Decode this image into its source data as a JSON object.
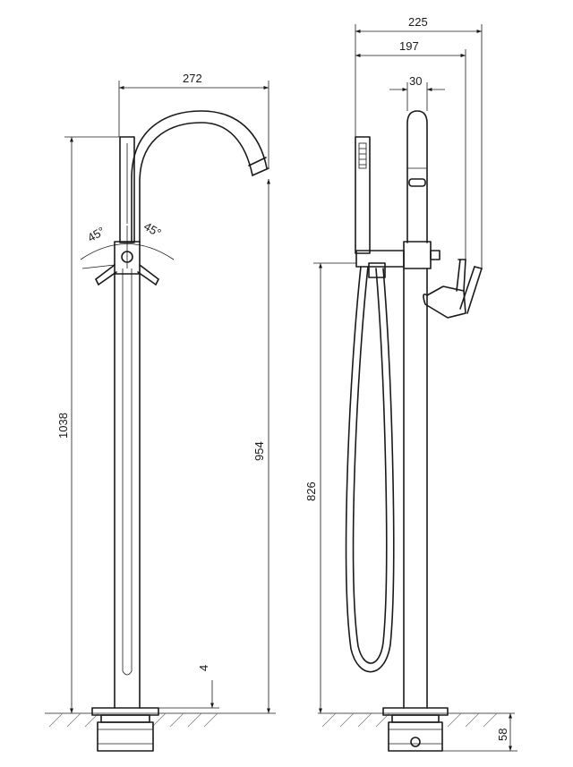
{
  "dimensions": {
    "left_view": {
      "spout_reach": "272",
      "total_height": "1038",
      "spout_height": "954",
      "floor_gap": "4",
      "handle_angle_left": "45°",
      "handle_angle_right": "45°"
    },
    "right_view": {
      "overall_depth": "225",
      "handle_depth": "197",
      "body_diameter": "30",
      "hand_shower_height": "826",
      "base_height": "58"
    }
  }
}
